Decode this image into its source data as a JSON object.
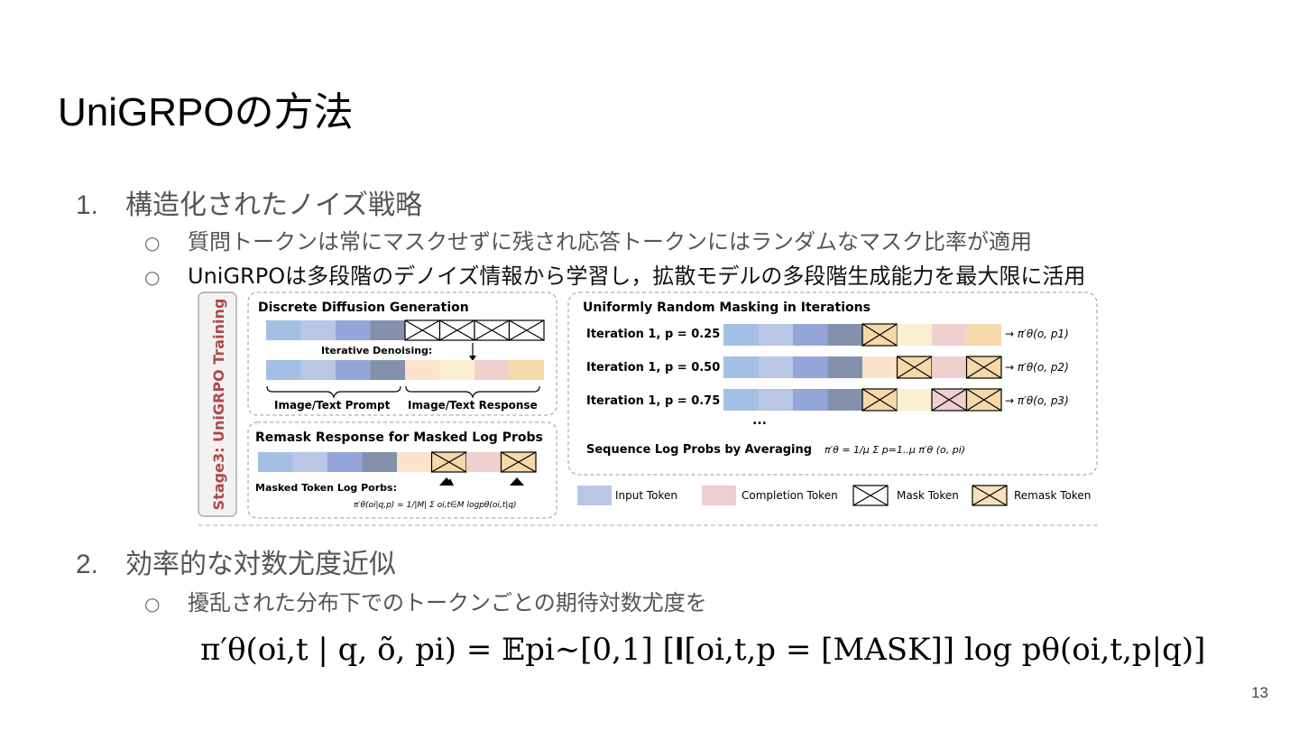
{
  "slide": {
    "title": "UniGRPOの方法",
    "page_number": "13"
  },
  "items": [
    {
      "num": "1.",
      "text": "構造化されたノイズ戦略",
      "sub": [
        {
          "bullet": "○",
          "text": "質問トークンは常にマスクせずに残され応答トークンにはランダムなマスク比率が適用"
        },
        {
          "bullet": "○",
          "prefix": "UniGRPO",
          "text": "は多段階のデノイズ情報から学習し，拡散モデルの多段階生成能力を最大限に活用"
        }
      ]
    },
    {
      "num": "2.",
      "text": "効率的な対数尤度近似",
      "sub": [
        {
          "bullet": "○",
          "text": "擾乱された分布下でのトークンごとの期待対数尤度を"
        }
      ]
    }
  ],
  "figure": {
    "stage_label": "Stage3: UniGRPO Training",
    "panel_a": {
      "title": "Discrete Diffusion Generation",
      "iterative": "Iterative Denoising:",
      "brace_left": "Image/Text Prompt",
      "brace_right": "Image/Text Response"
    },
    "panel_b": {
      "title": "Remask Response for Masked Log Probs",
      "masked_label": "Masked Token Log Porbs:",
      "formula": "π′θ(oi|q,p) = 1/|M| Σ oi,t∈M logpθ(oi,t|q)"
    },
    "panel_c": {
      "title": "Uniformly Random Masking in Iterations",
      "rows": [
        {
          "label": "Iteration 1, p = 0.25",
          "out": "→ π′θ(o, p1)"
        },
        {
          "label": "Iteration 1, p = 0.50",
          "out": "→ π′θ(o, p2)"
        },
        {
          "label": "Iteration 1, p = 0.75",
          "out": "→ π′θ(o, p3)"
        }
      ],
      "ellipsis": "...",
      "seq_label": "Sequence Log Probs by Averaging",
      "seq_formula": "π′θ = 1/μ Σ p=1..μ π′θ (o, pi)"
    },
    "legend": [
      {
        "label": "Input Token",
        "color": "#b9c6e6"
      },
      {
        "label": "Completion Token",
        "color": "#f0cfcf"
      },
      {
        "label": "Mask Token",
        "color": "#ffffff"
      },
      {
        "label": "Remask Token",
        "color": "#f8e2bd"
      }
    ],
    "colors": {
      "input": [
        "#a4bfe4",
        "#b9c6e6",
        "#94a6d9",
        "#8491ac"
      ],
      "response": [
        "#fbe3cb",
        "#fbf0cf",
        "#f0d0cf",
        "#f7d8a8"
      ],
      "stage_text": "#b04848"
    }
  },
  "formula": {
    "lhs": "π′θ(oi,t | q, õ, pi)",
    "rhs": "= 𝔼pi∼[0,1] [𝐈[oi,t,p = [MASK]] log pθ(oi,t,p|q)]"
  }
}
